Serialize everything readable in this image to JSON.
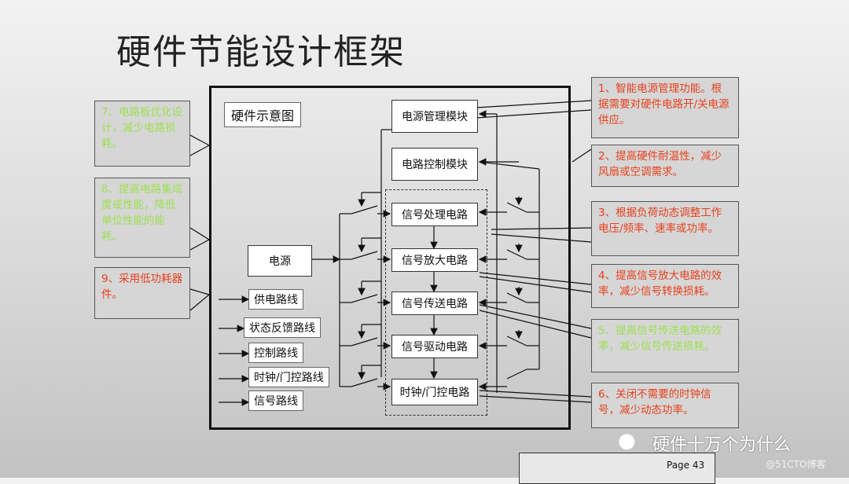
{
  "title": "硬件节能设计框架",
  "diagram": {
    "header": "硬件示意图",
    "power": "电源",
    "modules": [
      "电源管理模块",
      "电路控制模块"
    ],
    "circuits": [
      "信号处理电路",
      "信号放大电路",
      "信号传送电路",
      "信号驱动电路",
      "时钟/门控电路"
    ],
    "legend": [
      "供电路线",
      "状态反馈路线",
      "控制路线",
      "时钟/门控路线",
      "信号路线"
    ]
  },
  "callouts_right": [
    {
      "text": "1、智能电源管理功能。根据需要对硬件电路开/关电源供应。",
      "color": "#e8401c"
    },
    {
      "text": "2、提高硬件耐温性，减少风扇或空调需求。",
      "color": "#e8401c"
    },
    {
      "text": "3、根据负荷动态调整工作电压/频率、速率或功率。",
      "color": "#e8401c"
    },
    {
      "text": "4、提高信号放大电路的效率，减少信号转换损耗。",
      "color": "#e8401c"
    },
    {
      "text": "5、提高信号传送电路的效率，减少信号传送损耗。",
      "color": "#9ee050"
    },
    {
      "text": "6、关闭不需要的时钟信号，减少动态功率。",
      "color": "#e8401c"
    }
  ],
  "callouts_left": [
    {
      "text": "7、电路板优化设计，减少电路损耗。",
      "color": "#9ee050"
    },
    {
      "text": "8、提高电路集成度或性能，降低单位性能的能耗。",
      "color": "#9ee050"
    },
    {
      "text": "9、采用低功耗器件。",
      "color": "#e8401c"
    }
  ],
  "page": "Page 43",
  "watermark": "硬件十万个为什么",
  "watermark_small": "@51CTO博客",
  "colors": {
    "accent_red": "#e8401c",
    "accent_green": "#9ee050"
  }
}
